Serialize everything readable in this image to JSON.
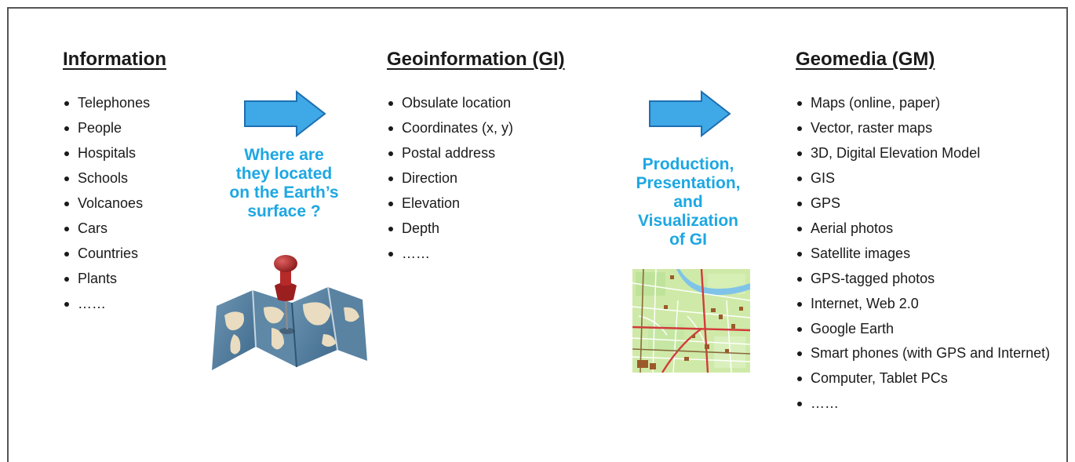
{
  "colors": {
    "arrow_fill": "#3fa8e6",
    "arrow_stroke": "#1e6fb0",
    "caption_text": "#1da7e3",
    "frame_border": "#555555"
  },
  "columns": [
    {
      "title": "Information",
      "items": [
        "Telephones",
        "People",
        "Hospitals",
        "Schools",
        "Volcanoes",
        "Cars",
        "Countries",
        "Plants",
        "……"
      ]
    },
    {
      "title": "Geoinformation (GI)",
      "items": [
        "Obsulate location",
        "Coordinates (x, y)",
        "Postal address",
        "Direction",
        "Elevation",
        "Depth",
        "……"
      ]
    },
    {
      "title": "Geomedia (GM)",
      "items": [
        "Maps (online, paper)",
        "Vector, raster maps",
        "3D, Digital Elevation Model",
        "GIS",
        "GPS",
        "Aerial photos",
        "Satellite images",
        "GPS-tagged photos",
        "Internet, Web 2.0",
        "Google Earth",
        "Smart phones (with GPS and Internet)",
        "Computer, Tablet PCs",
        "……"
      ]
    }
  ],
  "transitions": [
    {
      "icon": "right-arrow-icon",
      "caption_lines": [
        "Where are",
        "they located",
        "on the Earth’s",
        "surface ?"
      ],
      "image": "folded-world-map-with-pushpin"
    },
    {
      "icon": "right-arrow-icon",
      "caption_lines": [
        "Production,",
        "Presentation,",
        "and",
        "Visualization",
        "of GI"
      ],
      "image": "city-street-map"
    }
  ]
}
